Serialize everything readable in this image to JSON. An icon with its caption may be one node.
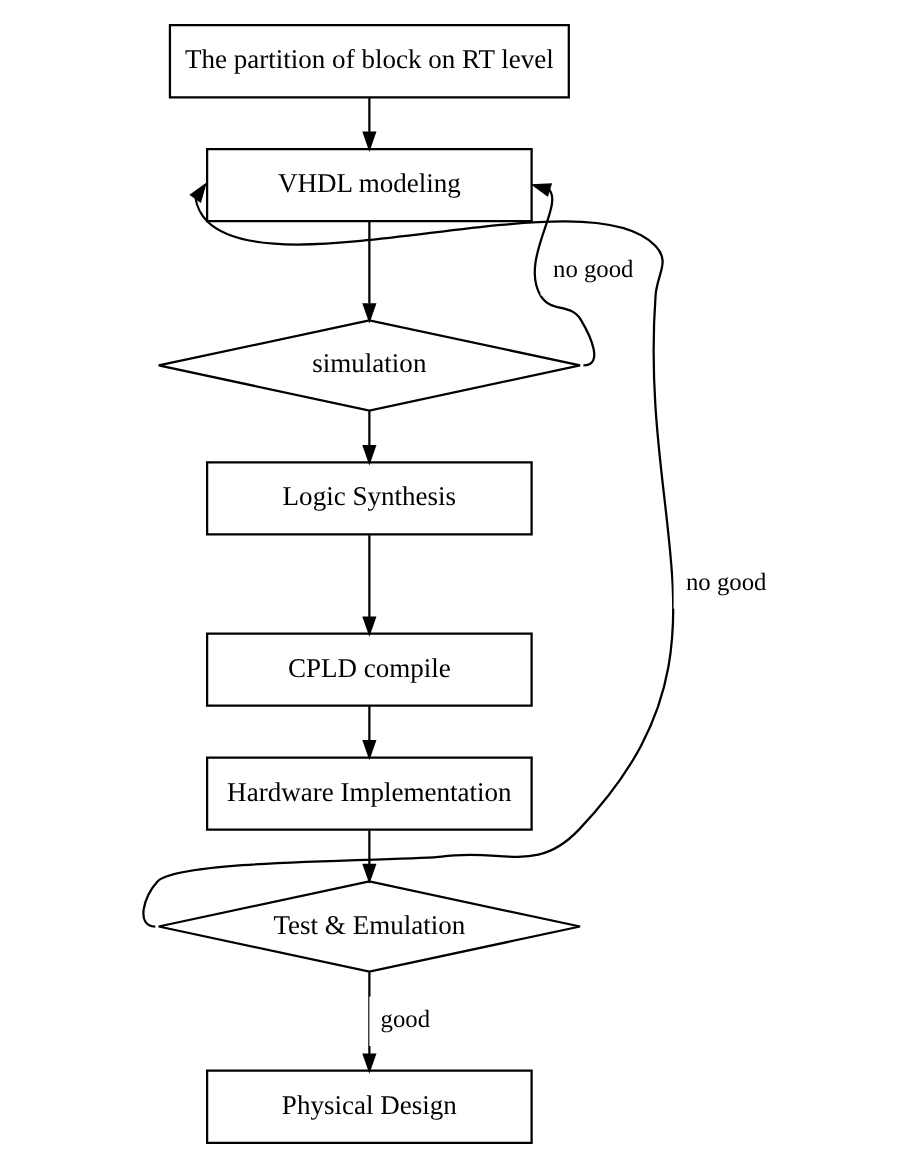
{
  "diagram": {
    "nodes": [
      {
        "text": [
          "The partition of block on RT level"
        ]
      },
      {
        "text": [
          "VHDL modeling"
        ]
      },
      {
        "text": [
          "simulation"
        ]
      },
      {
        "text": [
          "Logic Synthesis"
        ]
      },
      {
        "text": [
          "CPLD compile"
        ]
      },
      {
        "text": [
          "Hardware Implementation"
        ]
      },
      {
        "text": [
          "Test & Emulation"
        ]
      },
      {
        "text": [
          "Physical Design"
        ]
      }
    ],
    "edges": [
      {
        "from": 0,
        "to": 1,
        "arrow": "to"
      },
      {
        "from": 1,
        "to": 2,
        "arrow": "to"
      },
      {
        "from": 2,
        "to": 1,
        "arrow": "to",
        "label": "no good"
      },
      {
        "from": 2,
        "to": 3,
        "arrow": "to"
      },
      {
        "from": 3,
        "to": 4,
        "arrow": "to"
      },
      {
        "from": 4,
        "to": 5,
        "arrow": "to"
      },
      {
        "from": 5,
        "to": 6,
        "arrow": "to"
      },
      {
        "from": 6,
        "to": 1,
        "arrow": "to",
        "label": "no good"
      },
      {
        "from": 6,
        "to": 7,
        "arrow": "to",
        "label": "good"
      }
    ]
  }
}
